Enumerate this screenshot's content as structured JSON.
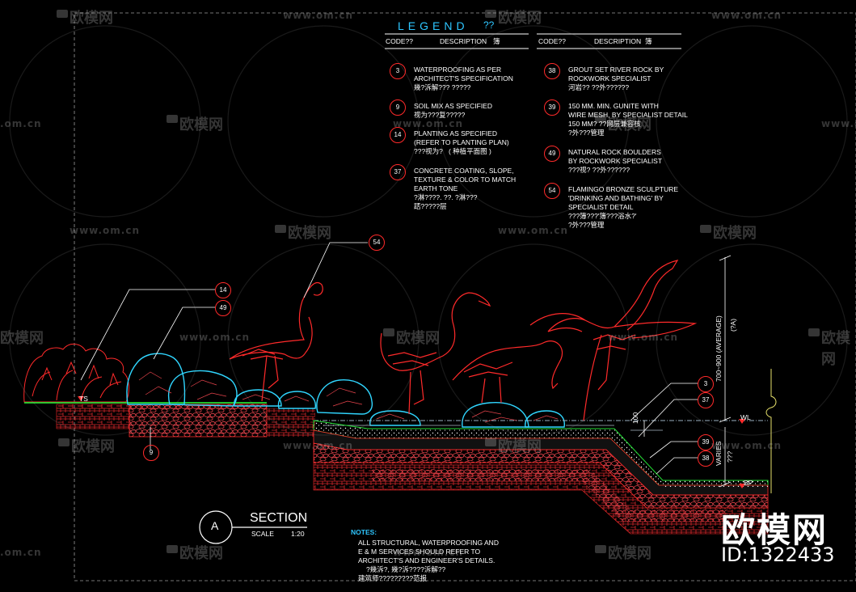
{
  "legend": {
    "title": "LEGEND",
    "title_suffix": "??",
    "col1_code": "CODE??",
    "col1_desc": "DESCRIPTION",
    "col1_desc_suffix": "簿",
    "col2_code": "CODE??",
    "col2_desc": "DESCRIPTION",
    "col2_desc_suffix": "簿",
    "items": [
      {
        "code": "3",
        "lines": [
          "WATERPROOFING AS PER",
          "ARCHITECT'S SPECIFICATION",
          "幾?泝解??? ?????"
        ]
      },
      {
        "code": "9",
        "lines": [
          "SOIL MIX AS SPECIFIED",
          "视为???复?????"
        ]
      },
      {
        "code": "14",
        "lines": [
          "PLANTING AS SPECIFIED",
          "(REFER TO PLANTING PLAN)",
          "???视为?   ( 种植平面图 )"
        ]
      },
      {
        "code": "37",
        "lines": [
          "CONCRETE COATING, SLOPE,",
          "TEXTURE & COLOR TO MATCH",
          "EARTH TONE",
          "?淋????. ??. ?淋???",
          "踎?????层"
        ]
      },
      {
        "code": "38",
        "lines": [
          "GROUT SET RIVER ROCK BY",
          "ROCKWORK SPECIALIST",
          "河岩?? ??外??????"
        ]
      },
      {
        "code": "39",
        "lines": [
          "150 MM. MIN. GUNITE WITH",
          "WIRE MESH, BY SPECIALIST DETAIL",
          "150 MM? ??网层兼容核",
          "?外???管理"
        ]
      },
      {
        "code": "49",
        "lines": [
          "NATURAL ROCK BOULDERS",
          "BY ROCKWORK SPECIALIST",
          "???视? ??外??????"
        ]
      },
      {
        "code": "54",
        "lines": [
          "FLAMINGO BRONZE SCULPTURE",
          "'DRINKING AND BATHING' BY",
          "SPECIALIST DETAIL",
          "???簿???'簿???浴水?'",
          "?外???管理"
        ]
      }
    ]
  },
  "callouts": [
    "54",
    "14",
    "49",
    "9",
    "3",
    "37",
    "39",
    "38"
  ],
  "labels": {
    "ts": "TS",
    "wl": "WL",
    "bp": "BP",
    "dim_100": "100",
    "dim_height": "700~900 (AVERAGE)",
    "dim_height_note": "(?A)",
    "varies": "VARIES",
    "varies_note": "???"
  },
  "section": {
    "letter": "A",
    "title": "SECTION",
    "scale_label": "SCALE",
    "scale_value": "1:20"
  },
  "notes": {
    "title": "NOTES:",
    "lines": [
      "ALL STRUCTURAL, WATERPROOFING AND",
      "E & M SERVICES SHOULD REFER TO",
      "ARCHITECT'S AND ENGINEER'S DETAILS.",
      "?幾泝?, 幾?泝????泝解??",
      "建筑师?????????范报"
    ]
  },
  "watermark": {
    "logo": "欧模网",
    "url": "www.om.cn",
    "url_short": ".om.cn",
    "id": "ID:1322433"
  },
  "colors": {
    "background": "#000000",
    "linework": "#ff2a2a",
    "rocks": "#30d6ff",
    "legend_title": "#2ec6ff",
    "ground_line": "#22dd33",
    "dimension": "#ffffff",
    "callout_circle": "#ff2a2a"
  }
}
